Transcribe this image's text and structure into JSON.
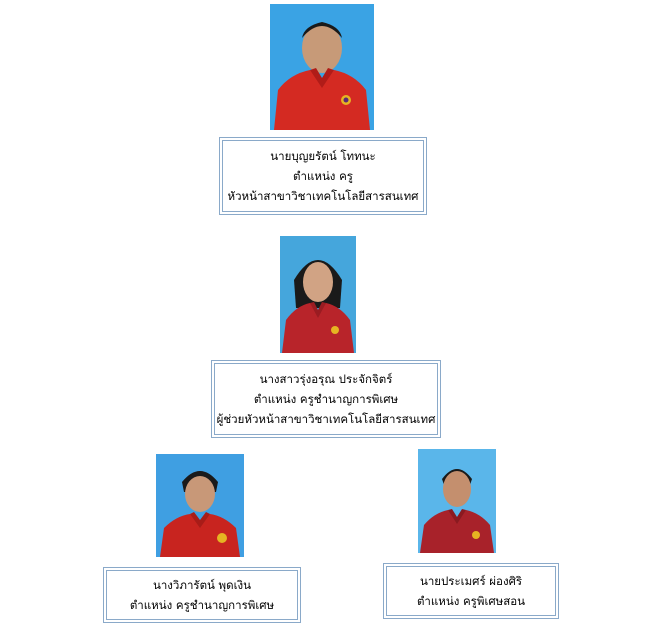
{
  "colors": {
    "card_border": "#8aa9c9",
    "shirt_red": "#c8241f",
    "photo_bg_blue": "#3aa3e4"
  },
  "people": [
    {
      "name": "นายบุญยรัตน์  โททนะ",
      "position": "ตำแหน่ง  ครู",
      "role": "หัวหน้าสาขาวิชาเทคโนโลยีสารสนเทศ"
    },
    {
      "name": "นางสาวรุ่งอรุณ  ประจักจิตร์",
      "position": "ตำแหน่ง  ครูชำนาญการพิเศษ",
      "role": "ผู้ช่วยหัวหน้าสาขาวิชาเทคโนโลยีสารสนเทศ"
    },
    {
      "name": "นางวิภารัตน์  พุดเงิน",
      "position": "ตำแหน่ง  ครูชำนาญการพิเศษ"
    },
    {
      "name": "นายประเมศร์   ผ่องศิริ",
      "position": "ตำแหน่ง  ครูพิเศษสอน"
    }
  ]
}
